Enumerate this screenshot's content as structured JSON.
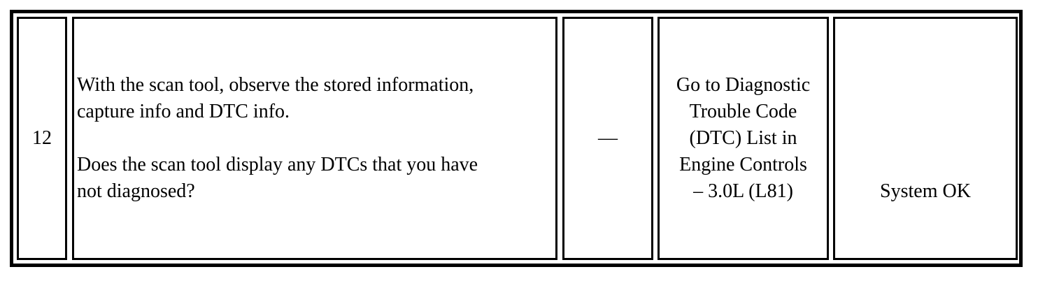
{
  "row": {
    "step": "12",
    "action": {
      "paragraph_1": "With the scan tool, observe the stored information,\ncapture info and DTC info.",
      "paragraph_2": "Does the scan tool display any DTCs that you have\nnot diagnosed?"
    },
    "values": "—",
    "yes": "Go to Diagnostic\nTrouble Code\n(DTC) List in\nEngine Controls\n– 3.0L (L81)",
    "no": "System OK"
  }
}
